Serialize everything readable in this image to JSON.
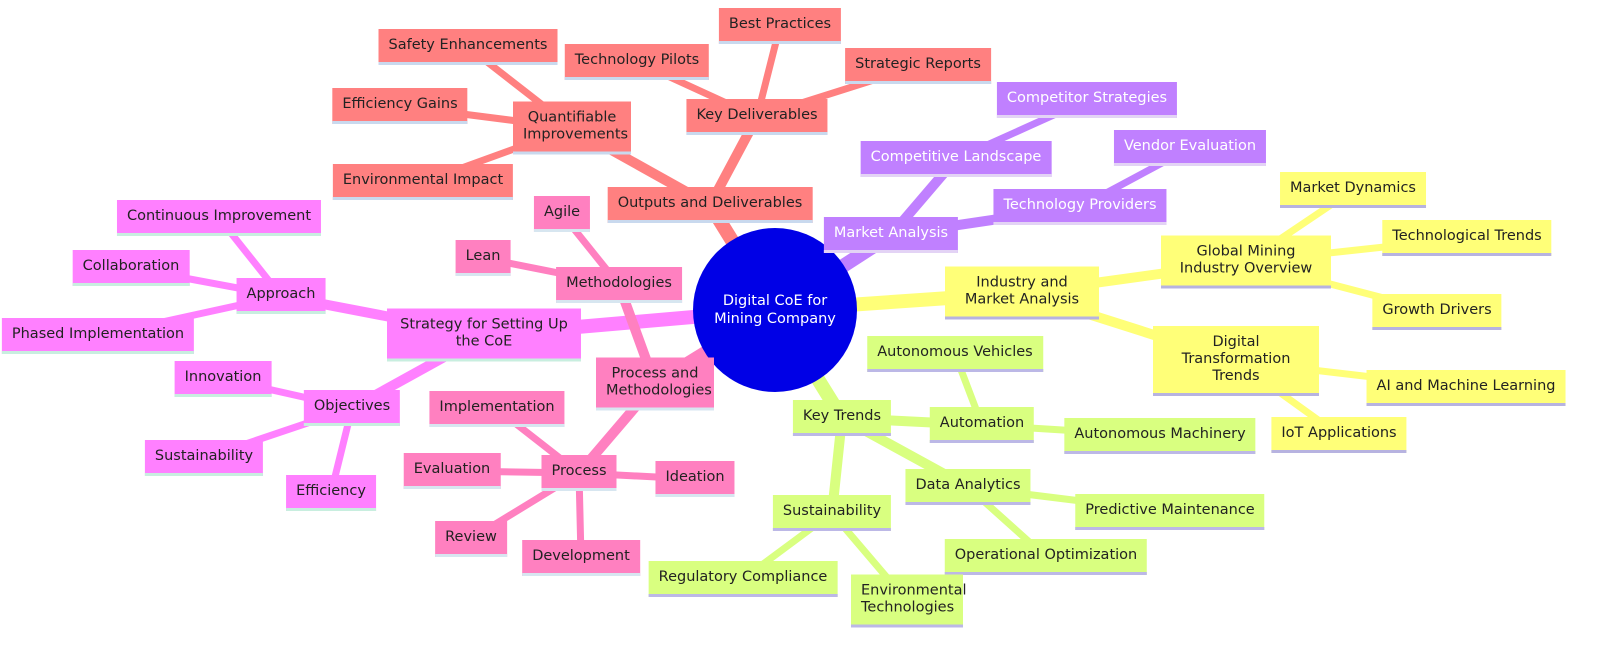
{
  "root": {
    "label": "Digital CoE for Mining Company",
    "color": "#0000e6"
  },
  "branches": {
    "outputs": {
      "color": "#ff8080",
      "label": "Outputs and Deliverables",
      "quantifiable": {
        "label": "Quantifiable Improvements",
        "children": [
          "Safety Enhancements",
          "Efficiency Gains",
          "Environmental Impact"
        ]
      },
      "deliverables": {
        "label": "Key Deliverables",
        "children": [
          "Technology Pilots",
          "Best Practices",
          "Strategic Reports"
        ]
      }
    },
    "market": {
      "color": "#c080ff",
      "label": "Market Analysis",
      "competitive": {
        "label": "Competitive Landscape",
        "children": [
          "Competitor Strategies"
        ]
      },
      "providers": {
        "label": "Technology Providers",
        "children": [
          "Vendor Evaluation"
        ]
      }
    },
    "industry": {
      "color": "#ffff78",
      "label": "Industry and Market Analysis",
      "global": {
        "label": "Global Mining Industry Overview",
        "children": [
          "Market Dynamics",
          "Technological Trends",
          "Growth Drivers"
        ]
      },
      "digital": {
        "label": "Digital Transformation Trends",
        "children": [
          "AI and Machine Learning",
          "IoT Applications"
        ]
      }
    },
    "trends": {
      "color": "#d9ff80",
      "label": "Key Trends",
      "automation": {
        "label": "Automation",
        "children": [
          "Autonomous Vehicles",
          "Autonomous Machinery"
        ]
      },
      "analytics": {
        "label": "Data Analytics",
        "children": [
          "Predictive Maintenance",
          "Operational Optimization"
        ]
      },
      "sustainability": {
        "label": "Sustainability",
        "children": [
          "Regulatory Compliance",
          "Environmental Technologies"
        ]
      }
    },
    "strategy": {
      "color": "#ff80ff",
      "label": "Strategy for Setting Up the CoE",
      "approach": {
        "label": "Approach",
        "children": [
          "Continuous Improvement",
          "Collaboration",
          "Phased Implementation"
        ]
      },
      "objectives": {
        "label": "Objectives",
        "children": [
          "Innovation",
          "Sustainability",
          "Efficiency"
        ]
      }
    },
    "process": {
      "color": "#ff80c0",
      "label": "Process and Methodologies",
      "methodologies": {
        "label": "Methodologies",
        "children": [
          "Agile",
          "Lean"
        ]
      },
      "process": {
        "label": "Process",
        "children": [
          "Implementation",
          "Evaluation",
          "Review",
          "Development",
          "Ideation"
        ]
      }
    }
  }
}
